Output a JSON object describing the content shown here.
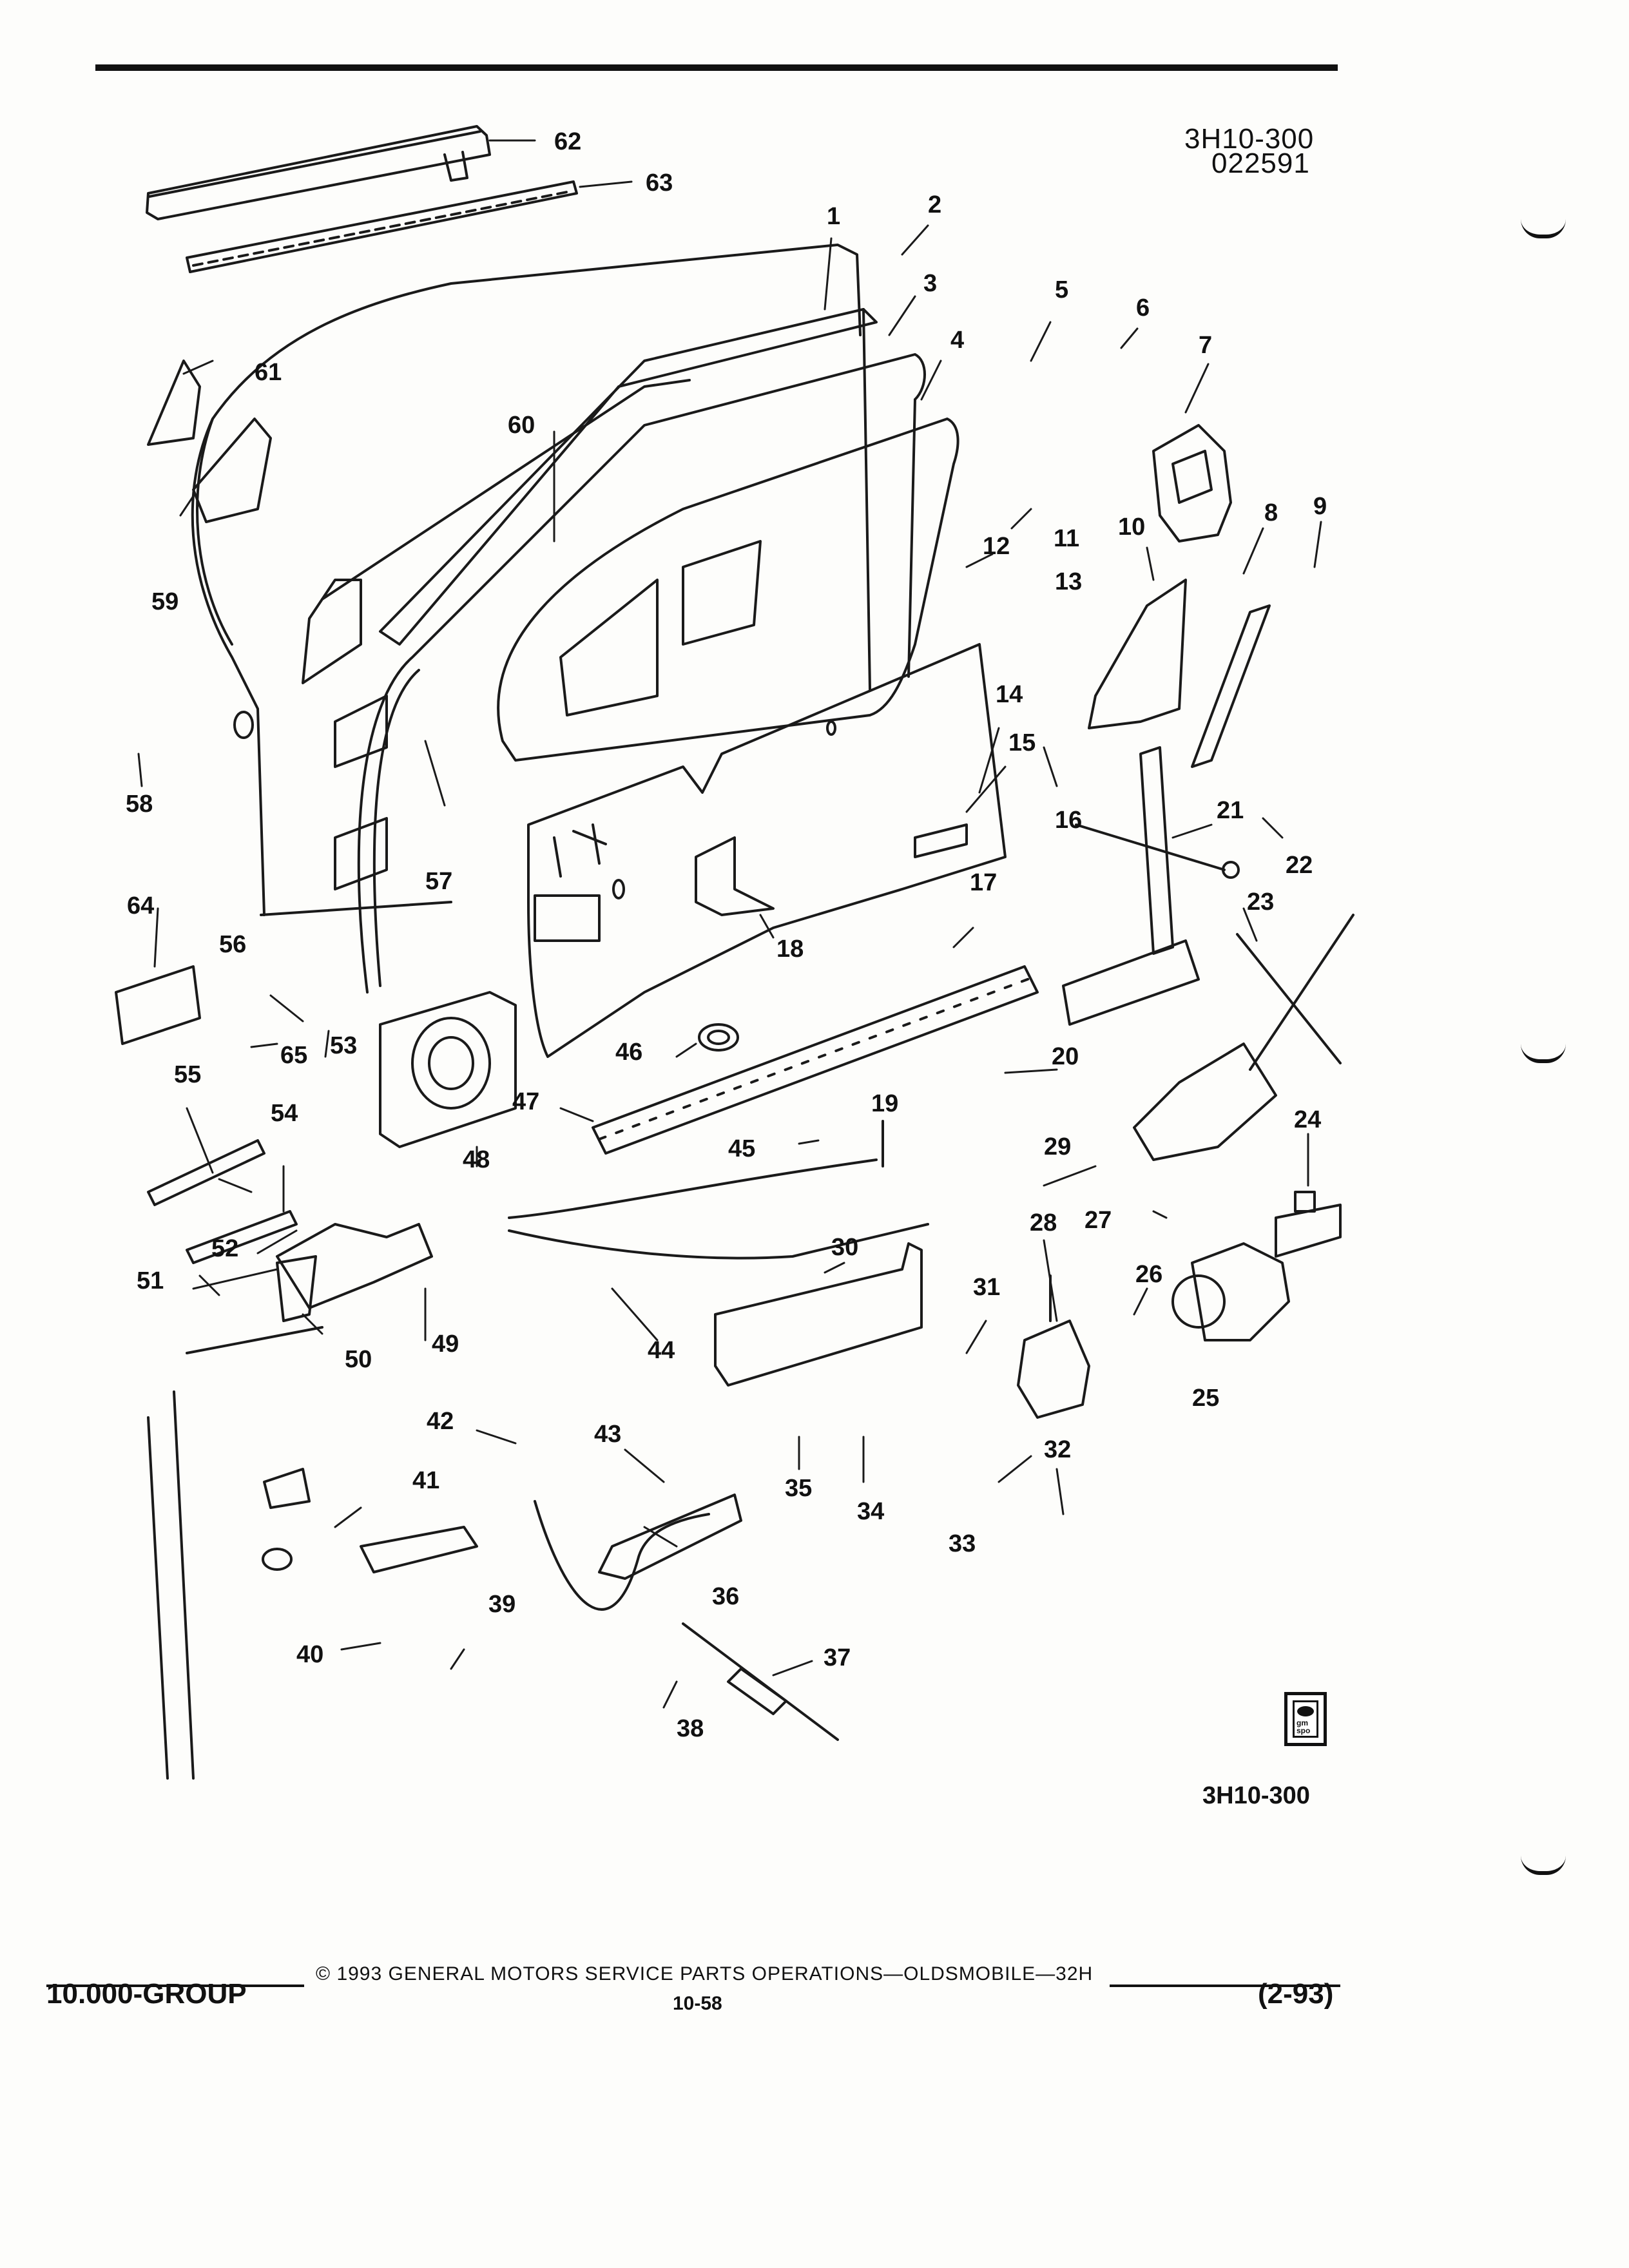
{
  "header": {
    "figure_code": "3H10-300",
    "figure_date": "022591"
  },
  "callouts": [
    "1",
    "2",
    "3",
    "4",
    "5",
    "6",
    "7",
    "8",
    "9",
    "10",
    "11",
    "12",
    "13",
    "14",
    "15",
    "16",
    "17",
    "18",
    "19",
    "20",
    "21",
    "22",
    "23",
    "24",
    "25",
    "26",
    "27",
    "28",
    "29",
    "30",
    "31",
    "32",
    "33",
    "34",
    "35",
    "36",
    "37",
    "38",
    "39",
    "40",
    "41",
    "42",
    "43",
    "44",
    "45",
    "46",
    "47",
    "48",
    "49",
    "50",
    "51",
    "52",
    "53",
    "54",
    "55",
    "56",
    "57",
    "58",
    "59",
    "60",
    "61",
    "62",
    "63",
    "64",
    "65"
  ],
  "logo": {
    "text": "gm spo"
  },
  "bottom_ref": "3H10-300",
  "footer": {
    "copyright": "© 1993 GENERAL MOTORS SERVICE PARTS OPERATIONS—OLDSMOBILE—32H",
    "group": "10.000-GROUP",
    "page_number": "10-58",
    "revision": "(2-93)"
  }
}
